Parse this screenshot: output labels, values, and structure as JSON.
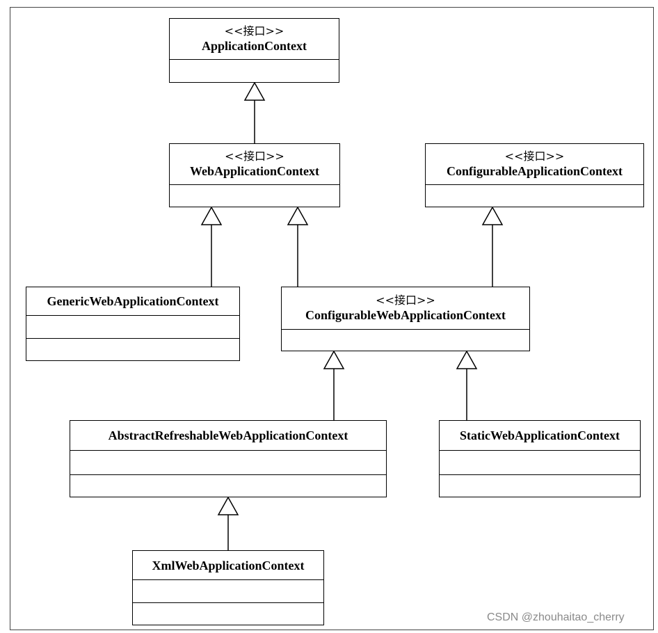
{
  "classes": {
    "application_context": {
      "stereotype": "<<接口>>",
      "name": "ApplicationContext"
    },
    "web_application_context": {
      "stereotype": "<<接口>>",
      "name": "WebApplicationContext"
    },
    "configurable_application_context": {
      "stereotype": "<<接口>>",
      "name": "ConfigurableApplicationContext"
    },
    "generic_web_application_context": {
      "name": "GenericWebApplicationContext"
    },
    "configurable_web_application_context": {
      "stereotype": "<<接口>>",
      "name": "ConfigurableWebApplicationContext"
    },
    "abstract_refreshable_web_application_context": {
      "name": "AbstractRefreshableWebApplicationContext"
    },
    "static_web_application_context": {
      "name": "StaticWebApplicationContext"
    },
    "xml_web_application_context": {
      "name": "XmlWebApplicationContext"
    }
  },
  "relations": [
    {
      "from": "WebApplicationContext",
      "to": "ApplicationContext",
      "type": "generalization"
    },
    {
      "from": "GenericWebApplicationContext",
      "to": "WebApplicationContext",
      "type": "generalization"
    },
    {
      "from": "ConfigurableWebApplicationContext",
      "to": "WebApplicationContext",
      "type": "generalization"
    },
    {
      "from": "ConfigurableWebApplicationContext",
      "to": "ConfigurableApplicationContext",
      "type": "generalization"
    },
    {
      "from": "AbstractRefreshableWebApplicationContext",
      "to": "ConfigurableWebApplicationContext",
      "type": "generalization"
    },
    {
      "from": "StaticWebApplicationContext",
      "to": "ConfigurableWebApplicationContext",
      "type": "generalization"
    },
    {
      "from": "XmlWebApplicationContext",
      "to": "AbstractRefreshableWebApplicationContext",
      "type": "generalization"
    }
  ],
  "watermark": "CSDN @zhouhaitao_cherry"
}
